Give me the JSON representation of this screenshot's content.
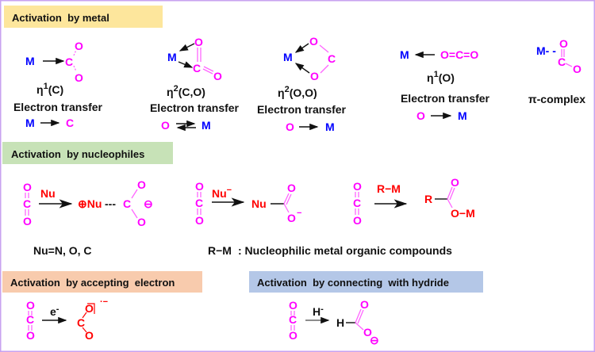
{
  "colors": {
    "metal": "#0000ff",
    "co2": "#ff00ff",
    "reagent": "#ff0000",
    "border": "#c8a2f0",
    "header_metal": "#fde69c",
    "header_nucleophiles": "#c7e2b7",
    "header_electron": "#f8cbad",
    "header_hydride": "#b4c7e7"
  },
  "sections": {
    "metal": {
      "title": "Activation  by metal",
      "modes": [
        {
          "label": "η¹(C)",
          "eta": "η",
          "sup": "1",
          "arg": "(C)",
          "transfer": "Electron transfer",
          "from": "M",
          "to": "C"
        },
        {
          "label": "η²(C,O)",
          "eta": "η",
          "sup": "2",
          "arg": "(C,O)",
          "transfer": "Electron transfer",
          "from": "O",
          "to": "M"
        },
        {
          "label": "η²(O,O)",
          "eta": "η",
          "sup": "2",
          "arg": "(O,O)",
          "transfer": "Electron transfer",
          "from": "O",
          "to": "M"
        },
        {
          "label": "η¹(O)",
          "eta": "η",
          "sup": "1",
          "arg": "(O)",
          "transfer": "Electron transfer",
          "from": "O",
          "to": "M"
        },
        {
          "label": "π-complex"
        }
      ],
      "atoms": {
        "M": "M",
        "C": "C",
        "O": "O",
        "OCO": "O=C=O",
        "Mdash": "M- -"
      }
    },
    "nucleophiles": {
      "title": "Activation  by nucleophiles",
      "nu": "Nu",
      "nu_minus": "Nu",
      "minus": "−",
      "plus": "⊕",
      "neg": "⊖",
      "dashes": "---",
      "rm": "R−M",
      "R": "R",
      "OM": "O−M",
      "o_minus": "−",
      "nu_note": "Nu=N, O, C",
      "rm_note_label": "R−M",
      "rm_note": ": Nucleophilic metal organic compounds"
    },
    "electron": {
      "title": "Activation  by accepting  electron",
      "reagent": "e",
      "reagent_sup": "-",
      "radical": "·−"
    },
    "hydride": {
      "title": "Activation  by connecting  with hydride",
      "reagent": "H",
      "reagent_sup": "-",
      "H": "H",
      "neg": "⊖"
    }
  }
}
